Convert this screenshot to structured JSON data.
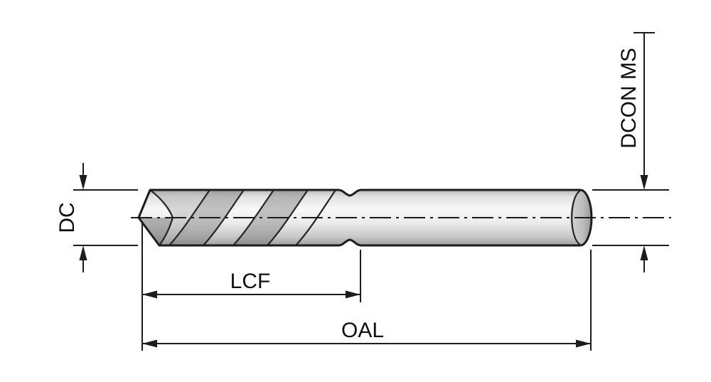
{
  "diagram": {
    "labels": {
      "dc": "DC",
      "lcf": "LCF",
      "oal": "OAL",
      "dcon": "DCON MS"
    },
    "colors": {
      "background": "#ffffff",
      "outline": "#1c1c1c",
      "dimension_lines": "#1c1c1c",
      "label_text": "#0f0f0f",
      "body_highlight": "#f7f7f7",
      "body_mid": "#d9d9d9",
      "body_shadow": "#9e9e9e",
      "flute_shadow": "#707070"
    }
  }
}
